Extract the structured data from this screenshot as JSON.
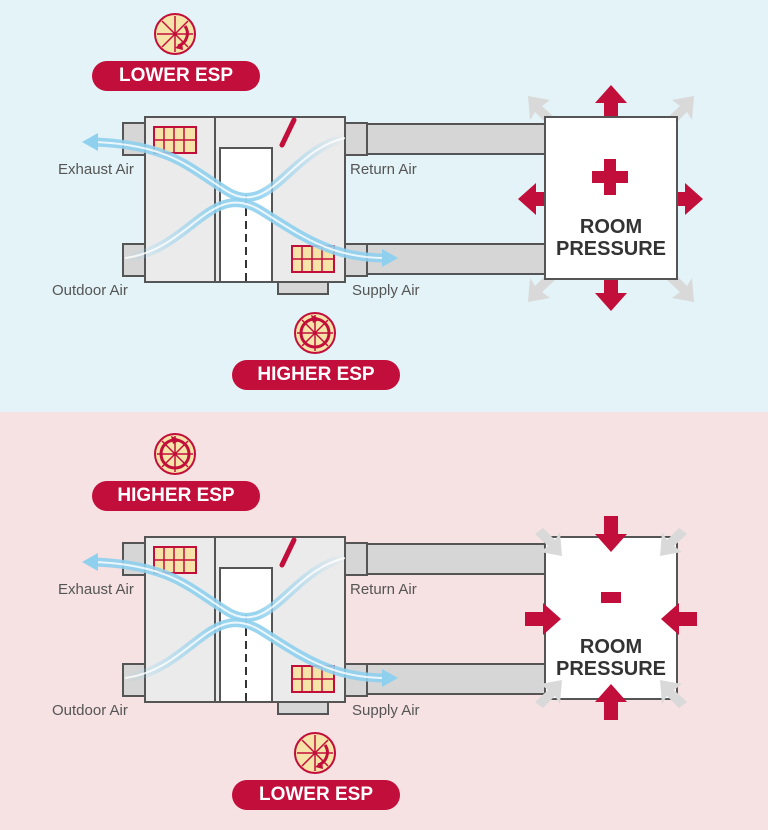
{
  "colors": {
    "top_background": "#e3f3f7",
    "bottom_background": "#f6e1e3",
    "accent": "#c20e3a",
    "unit_fill": "#ebebeb",
    "duct_fill": "#d6d6d6",
    "outline": "#555555",
    "airflow": "#8fd0ee",
    "filter_fill": "#f6e3a8"
  },
  "panels": [
    {
      "id": "positive",
      "top_esp_label": "LOWER ESP",
      "bottom_esp_label": "HIGHER ESP",
      "labels": {
        "exhaust": "Exhaust Air",
        "return": "Return Air",
        "outdoor": "Outdoor Air",
        "supply": "Supply Air"
      },
      "room_sign": "+",
      "room_line1": "ROOM",
      "room_line2": "PRESSURE",
      "arrow_direction": "outward"
    },
    {
      "id": "negative",
      "top_esp_label": "HIGHER ESP",
      "bottom_esp_label": "LOWER ESP",
      "labels": {
        "exhaust": "Exhaust Air",
        "return": "Return Air",
        "outdoor": "Outdoor Air",
        "supply": "Supply Air"
      },
      "room_sign": "-",
      "room_line1": "ROOM",
      "room_line2": "PRESSURE",
      "arrow_direction": "inward"
    }
  ]
}
